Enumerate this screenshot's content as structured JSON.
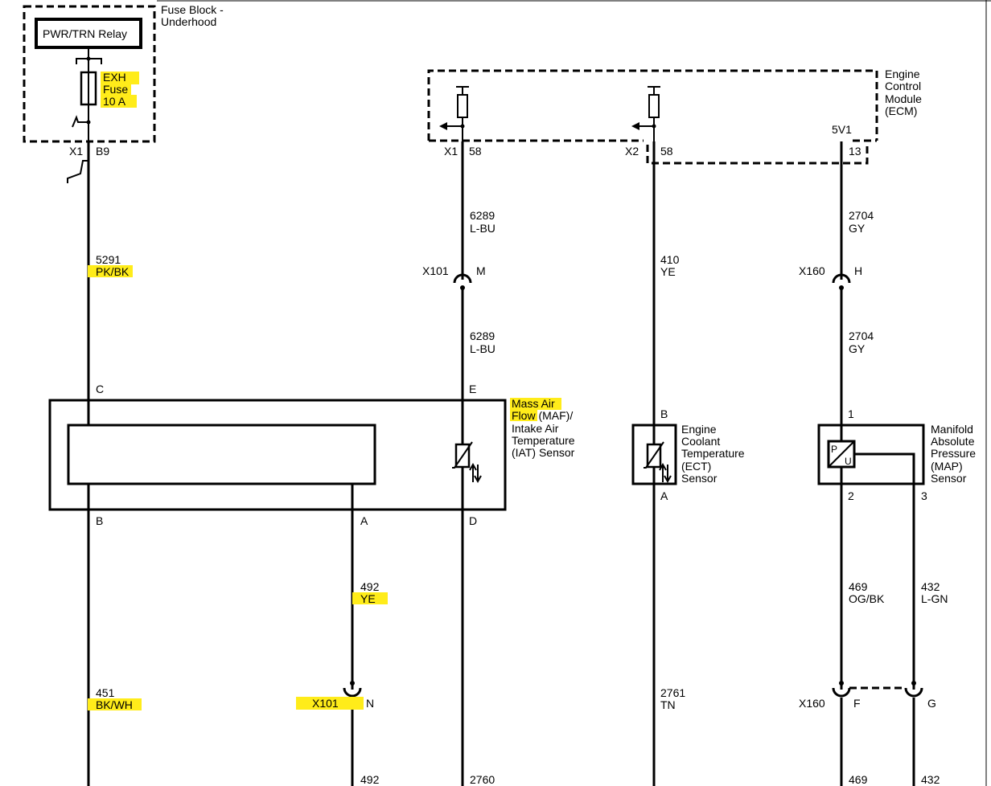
{
  "fuse_block": {
    "title_line1": "Fuse Block -",
    "title_line2": "Underhood",
    "relay_label": "PWR/TRN Relay",
    "fuse_line1": "EXH",
    "fuse_line2": "Fuse",
    "fuse_line3": "10 A",
    "connector": "X1",
    "pin": "B9"
  },
  "ecm": {
    "title_line1": "Engine",
    "title_line2": "Control",
    "title_line3": "Module",
    "title_line4": "(ECM)",
    "c1_connector": "X1",
    "c1_pin": "58",
    "c2_connector": "X2",
    "c2_pin": "58",
    "ref_label": "5V1",
    "ref_pin": "13"
  },
  "wires": {
    "w5291_num": "5291",
    "w5291_color": "PK/BK",
    "w451_num": "451",
    "w451_color": "BK/WH",
    "w492a_num": "492",
    "w492a_color": "YE",
    "w492b_num": "492",
    "w6289a_num": "6289",
    "w6289a_color": "L-BU",
    "w6289b_num": "6289",
    "w6289b_color": "L-BU",
    "w2760_num": "2760",
    "w410_num": "410",
    "w410_color": "YE",
    "w2761_num": "2761",
    "w2761_color": "TN",
    "w2704a_num": "2704",
    "w2704a_color": "GY",
    "w2704b_num": "2704",
    "w2704b_color": "GY",
    "w469a_num": "469",
    "w469a_color": "OG/BK",
    "w469b_num": "469",
    "w432a_num": "432",
    "w432a_color": "L-GN",
    "w432b_num": "432"
  },
  "inline_connectors": {
    "x101_m_name": "X101",
    "x101_m_pin": "M",
    "x101_n_name": "X101",
    "x101_n_pin": "N",
    "x160_h_name": "X160",
    "x160_h_pin": "H",
    "x160_fg_name": "X160",
    "x160_f_pin": "F",
    "x160_g_pin": "G"
  },
  "maf_sensor": {
    "line1": "Mass Air",
    "line2a": "Flow",
    "line2b": " (MAF)/",
    "line3": "Intake Air",
    "line4": "Temperature",
    "line5": "(IAT) Sensor",
    "pin_c": "C",
    "pin_e": "E",
    "pin_b": "B",
    "pin_a": "A",
    "pin_d": "D"
  },
  "ect_sensor": {
    "line1": "Engine",
    "line2": "Coolant",
    "line3": "Temperature",
    "line4": "(ECT)",
    "line5": "Sensor",
    "pin_b": "B",
    "pin_a": "A"
  },
  "map_sensor": {
    "line1": "Manifold",
    "line2": "Absolute",
    "line3": "Pressure",
    "line4": "(MAP)",
    "line5": "Sensor",
    "pin_1": "1",
    "pin_2": "2",
    "pin_3": "3",
    "p_label": "P",
    "u_label": "U"
  },
  "colors": {
    "highlight": "#ffec1a",
    "line": "#000000",
    "background": "#ffffff"
  }
}
